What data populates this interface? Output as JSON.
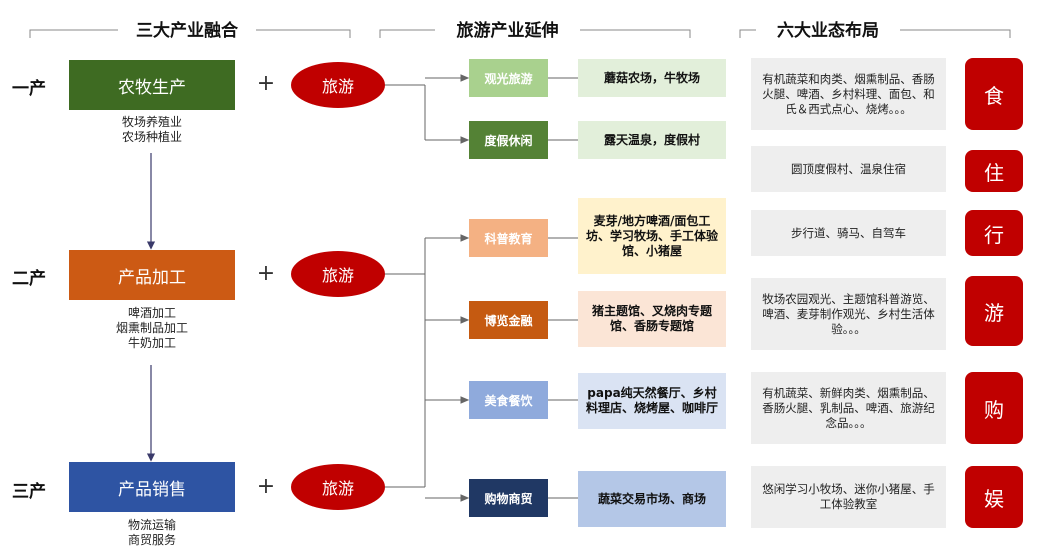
{
  "headers": {
    "col1": "三大产业融合",
    "col2": "旅游产业延伸",
    "col3": "六大业态布局"
  },
  "levels": [
    "一产",
    "二产",
    "三产"
  ],
  "stages": [
    {
      "label": "农牧生产",
      "color": "#3e6b22",
      "subs": [
        "牧场养殖业",
        "农场种植业"
      ]
    },
    {
      "label": "产品加工",
      "color": "#cc5a14",
      "subs": [
        "啤酒加工",
        "烟熏制品加工",
        "牛奶加工"
      ]
    },
    {
      "label": "产品销售",
      "color": "#2e54a3",
      "subs": [
        "物流运输",
        "商贸服务"
      ]
    }
  ],
  "plus": "+",
  "tourism": "旅游",
  "extensions": [
    {
      "category": "观光旅游",
      "cat_color": "#a9d18e",
      "product": "蘑菇农场，牛牧场",
      "prod_color": "#e2efda"
    },
    {
      "category": "度假休闲",
      "cat_color": "#548235",
      "product": "露天温泉，度假村",
      "prod_color": "#e2efda"
    },
    {
      "category": "科普教育",
      "cat_color": "#f4b183",
      "product": "麦芽/地方啤酒/面包工坊、学习牧场、手工体验馆、小猪屋",
      "prod_color": "#fff2cc"
    },
    {
      "category": "博览金融",
      "cat_color": "#c55a11",
      "product": "猪主题馆、叉烧肉专题馆、香肠专题馆",
      "prod_color": "#fbe5d6"
    },
    {
      "category": "美食餐饮",
      "cat_color": "#8faadc",
      "product": "papa纯天然餐厅、乡村料理店、烧烤屋、咖啡厅",
      "prod_color": "#dae3f3"
    },
    {
      "category": "购物商贸",
      "cat_color": "#203864",
      "product": "蔬菜交易市场、商场",
      "prod_color": "#b4c7e7"
    }
  ],
  "formats": [
    {
      "desc": "有机蔬菜和肉类、烟熏制品、香肠火腿、啤酒、乡村料理、面包、和氏＆西式点心、烧烤。。。",
      "badge": "食"
    },
    {
      "desc": "圆顶度假村、温泉住宿",
      "badge": "住"
    },
    {
      "desc": "步行道、骑马、自驾车",
      "badge": "行"
    },
    {
      "desc": "牧场农园观光、主题馆科普游览、啤酒、麦芽制作观光、乡村生活体验。。。",
      "badge": "游"
    },
    {
      "desc": "有机蔬菜、新鲜肉类、烟熏制品、香肠火腿、乳制品、啤酒、旅游纪念品。。。",
      "badge": "购"
    },
    {
      "desc": "悠闲学习小牧场、迷你小猪屋、手工体验教室",
      "badge": "娱"
    }
  ],
  "colors": {
    "accent_red": "#c00000",
    "line": "#555555",
    "desc_bg": "#eeeeee"
  }
}
